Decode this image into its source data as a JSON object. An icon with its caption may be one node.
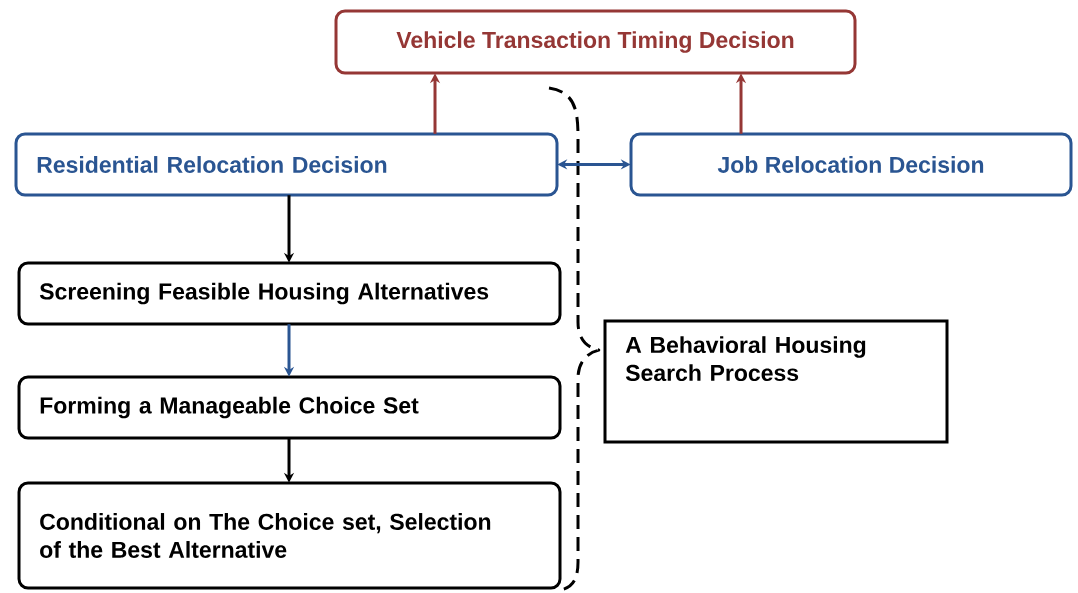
{
  "diagram": {
    "nodes": [
      {
        "text": [
          "Vehicle Transaction Timing Decision"
        ]
      },
      {
        "text": [
          "Residential Relocation Decision"
        ]
      },
      {
        "text": [
          "Job Relocation Decision"
        ]
      },
      {
        "text": [
          "Screening Feasible Housing Alternatives"
        ]
      },
      {
        "text": [
          "Forming a Manageable Choice Set"
        ]
      },
      {
        "text": [
          "Conditional on The Choice set, Selection of the Best Alternative"
        ]
      },
      {
        "text": [
          "A Behavioral Housing Search Process"
        ]
      }
    ],
    "edges": [
      {
        "from": 1,
        "to": 0,
        "arrow": "to",
        "color": "#953735"
      },
      {
        "from": 2,
        "to": 0,
        "arrow": "to",
        "color": "#953735"
      },
      {
        "from": 1,
        "to": 2,
        "arrow": "both",
        "color": "#2a5592"
      },
      {
        "from": 1,
        "to": 3,
        "arrow": "to",
        "color": "#000000"
      },
      {
        "from": 3,
        "to": 4,
        "arrow": "to",
        "color": "#2a5592"
      },
      {
        "from": 4,
        "to": 5,
        "arrow": "to",
        "color": "#000000"
      }
    ]
  }
}
